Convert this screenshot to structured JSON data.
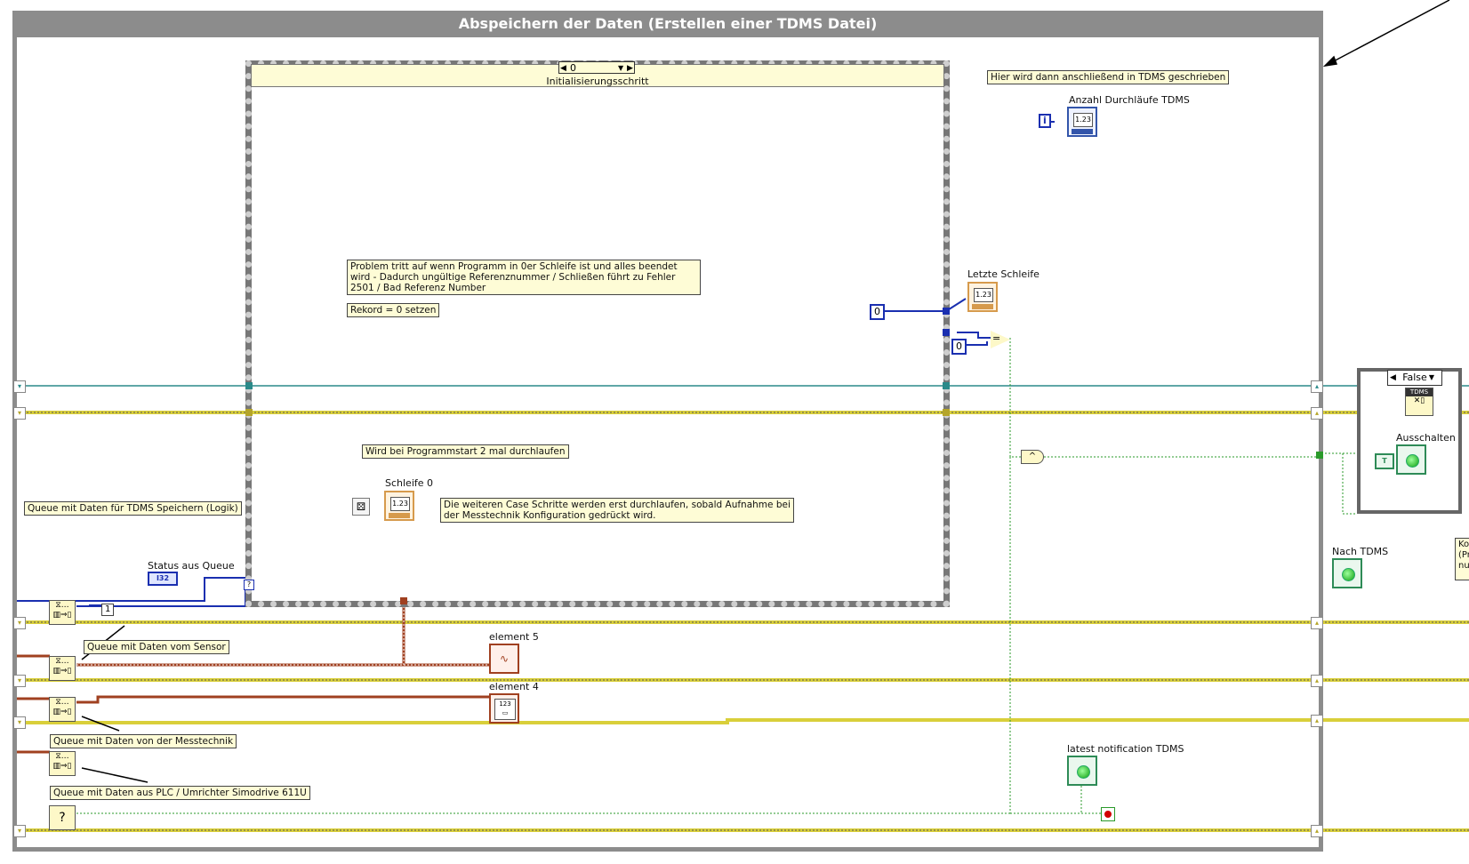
{
  "loop": {
    "title": "Abspeichern der Daten (Erstellen einer TDMS Datei)"
  },
  "case_structure": {
    "selector_value": "0",
    "name": "Initialisierungsschritt"
  },
  "notes": {
    "problem": "Problem tritt auf wenn Programm in 0er Schleife ist und alles beendet wird - Dadurch ungültige Referenznummer / Schließen führt zu Fehler 2501 / Bad Referenz Number",
    "rekord": "Rekord = 0 setzen",
    "programmstart": "Wird bei Programmstart 2 mal durchlaufen",
    "weitere": "Die weiteren Case Schritte werden erst durchlaufen, sobald Aufnahme bei der Messtechnik Konfiguration gedrückt wird.",
    "tdms_write": "Hier wird dann anschließend in TDMS geschrieben",
    "queue_logik": "Queue mit Daten für TDMS Speichern (Logik)",
    "queue_sensor": "Queue mit Daten vom Sensor",
    "queue_messtechnik": "Queue mit Daten von der Messtechnik",
    "queue_plc": "Queue mit Daten aus PLC / Umrichter Simodrive 611U"
  },
  "labels": {
    "anzahl": "Anzahl Durchläufe TDMS",
    "letzte": "Letzte Schleife",
    "schleife0": "Schleife 0",
    "status": "Status aus Queue",
    "element5": "element 5",
    "element4": "element 4",
    "latest": "latest notification TDMS",
    "ausschalten": "Ausschalten",
    "nach_tdms": "Nach TDMS",
    "cut_text": "Ko (Pr nu"
  },
  "constants": {
    "zero_a": "0",
    "zero_b": "0",
    "one": "1",
    "iter": "i",
    "true_const": "T",
    "i32": "I32"
  },
  "selector2": {
    "value": "False"
  },
  "icons": {
    "indicator": "numeric-indicator-icon",
    "boolean": "boolean-led-icon",
    "dequeue": "dequeue-element-icon",
    "stop": "stop-icon"
  },
  "colors": {
    "loop_gray": "#8c8c8c",
    "wire_blue": "#1a2fb0",
    "wire_teal": "#2a8a8a",
    "wire_green": "#2a9a2a",
    "wire_yellow": "#d9cf3a",
    "wire_brown": "#a04020",
    "note_bg": "#fefcd6"
  }
}
